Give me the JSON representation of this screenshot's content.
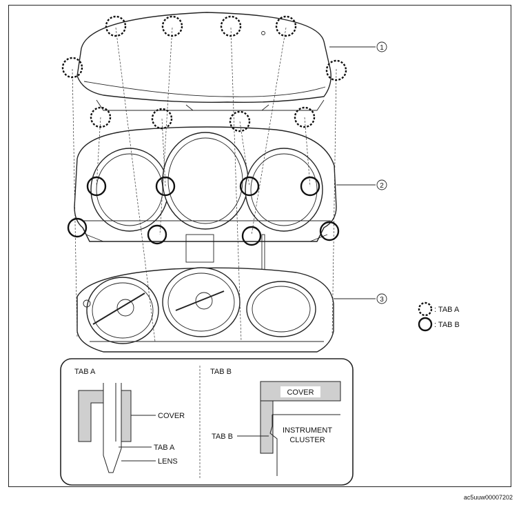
{
  "callouts": [
    "1",
    "2",
    "3"
  ],
  "legend": {
    "tab_a": ": TAB A",
    "tab_b": ": TAB B"
  },
  "detail_a": {
    "title": "TAB A",
    "cover": "COVER",
    "tab": "TAB A",
    "lens": "LENS"
  },
  "detail_b": {
    "title": "TAB B",
    "cover": "COVER",
    "tab": "TAB B",
    "cluster_line1": "INSTRUMENT",
    "cluster_line2": "CLUSTER"
  },
  "image_code": "ac5uuw00007202"
}
